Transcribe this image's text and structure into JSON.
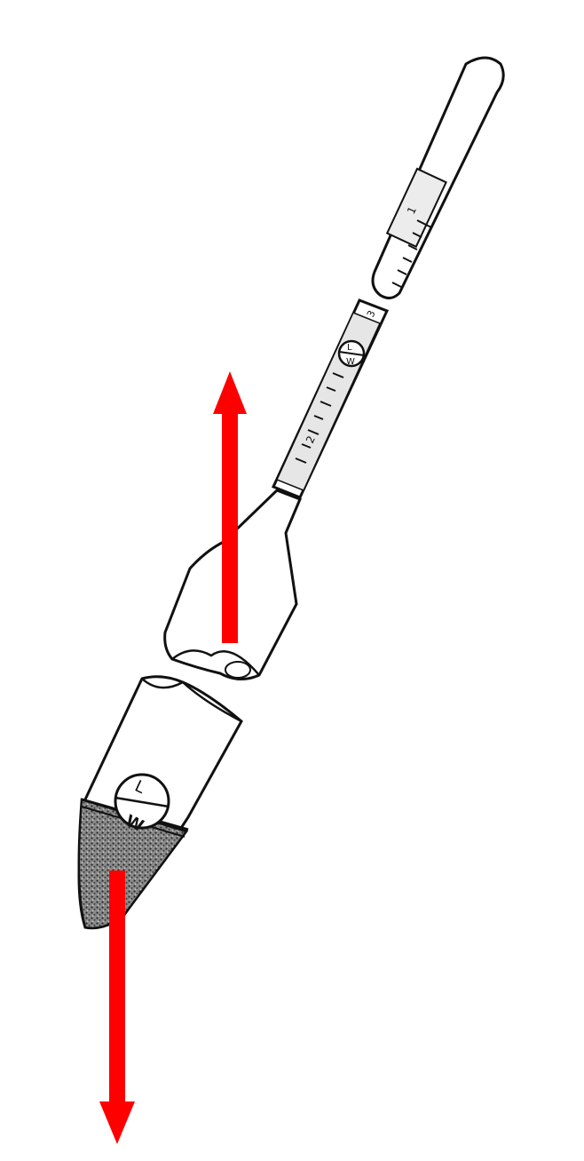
{
  "diagram": {
    "subject": "hydrometer",
    "labels": {
      "upper_mark_l": "L",
      "upper_mark_w": "W",
      "lower_mark_l": "L",
      "lower_mark_w": "W",
      "scale_mark_1": "1",
      "scale_mark_2": "2",
      "scale_mark_3": "3"
    },
    "arrows": [
      {
        "name": "buoyant-force-arrow",
        "direction": "up",
        "color": "#ff0000"
      },
      {
        "name": "weight-force-arrow",
        "direction": "down",
        "color": "#ff0000"
      }
    ],
    "colors": {
      "outline": "#111111",
      "glass_fill": "#ffffff",
      "scale_band": "#e6e6e6",
      "ballast": "#6b6b6b",
      "arrow": "#ff0000"
    }
  }
}
